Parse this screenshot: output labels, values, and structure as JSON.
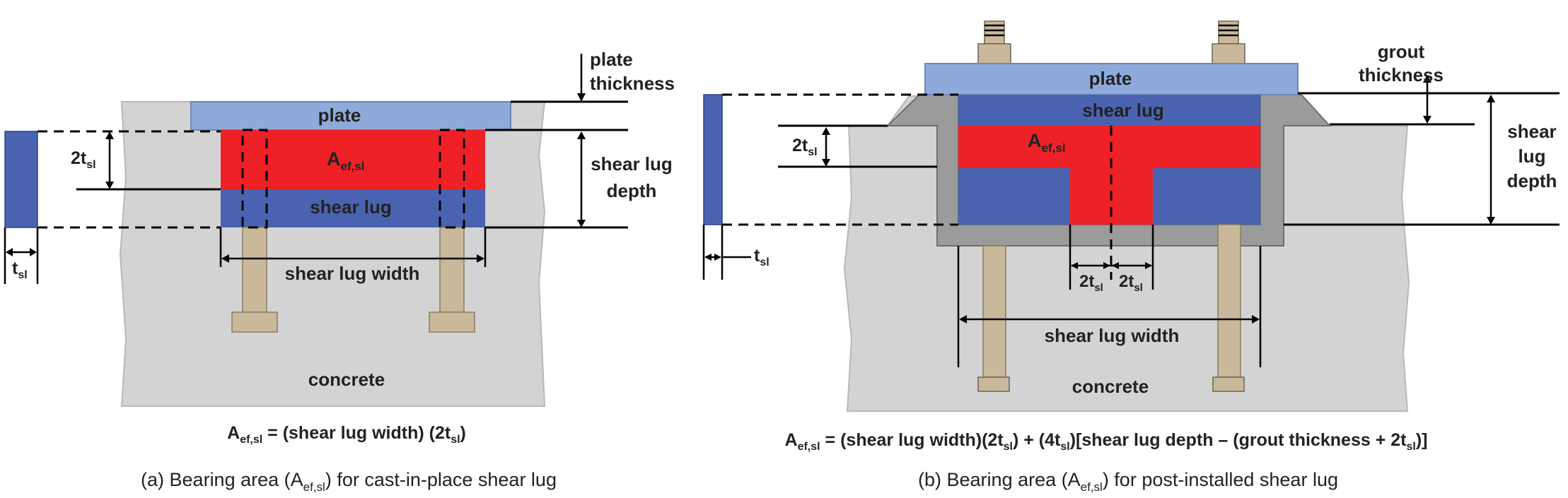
{
  "diagram_a": {
    "plate": "plate",
    "plate_thickness_1": "plate",
    "plate_thickness_2": "thickness",
    "aef_main": "A",
    "aef_sub": "ef,sl",
    "shear_lug": "shear lug",
    "two_t_main": "2t",
    "two_t_sub": "sl",
    "shear_lug_depth_1": "shear lug",
    "shear_lug_depth_2": "depth",
    "t_main": "t",
    "t_sub": "sl",
    "shear_lug_width": "shear lug width",
    "concrete": "concrete",
    "formula": {
      "lhs_main": "A",
      "lhs_sub": "ef,sl",
      "rhs_1": " = (shear lug width) (2t",
      "rhs_sub": "sl",
      "rhs_2": ")"
    },
    "caption": {
      "part1": "(a) Bearing area (A",
      "sub": "ef,sl",
      "part2": ") for cast-in-place shear lug"
    }
  },
  "diagram_b": {
    "plate": "plate",
    "grout_thickness_1": "grout",
    "grout_thickness_2": "thickness",
    "shear_lug": "shear lug",
    "aef_main": "A",
    "aef_sub": "ef,sl",
    "two_t_main": "2t",
    "two_t_sub": "sl",
    "shear_lug_depth_1": "shear",
    "shear_lug_depth_2": "lug",
    "shear_lug_depth_3": "depth",
    "t_main": "t",
    "t_sub": "sl",
    "two_t_left_main": "2t",
    "two_t_left_sub": "sl",
    "two_t_right_main": "2t",
    "two_t_right_sub": "sl",
    "shear_lug_width": "shear lug width",
    "concrete": "concrete",
    "formula": {
      "lhs_main": "A",
      "lhs_sub": "ef,sl",
      "p1": " = (shear lug width)(2t",
      "s1": "sl",
      "p2": ") + (4t",
      "s2": "sl",
      "p3": ")[shear lug depth – (grout thickness + 2t",
      "s3": "sl",
      "p4": ")]"
    },
    "caption": {
      "part1": "(b) Bearing area (A",
      "sub": "ef,sl",
      "part2": ") for post-installed shear lug"
    }
  },
  "colors": {
    "concrete": "#d3d3d3",
    "plate": "#8eaadb",
    "shear_lug": "#4a63b0",
    "bearing_area": "#ee2127",
    "grout": "#9b9b9b",
    "anchor": "#c9b99a"
  }
}
